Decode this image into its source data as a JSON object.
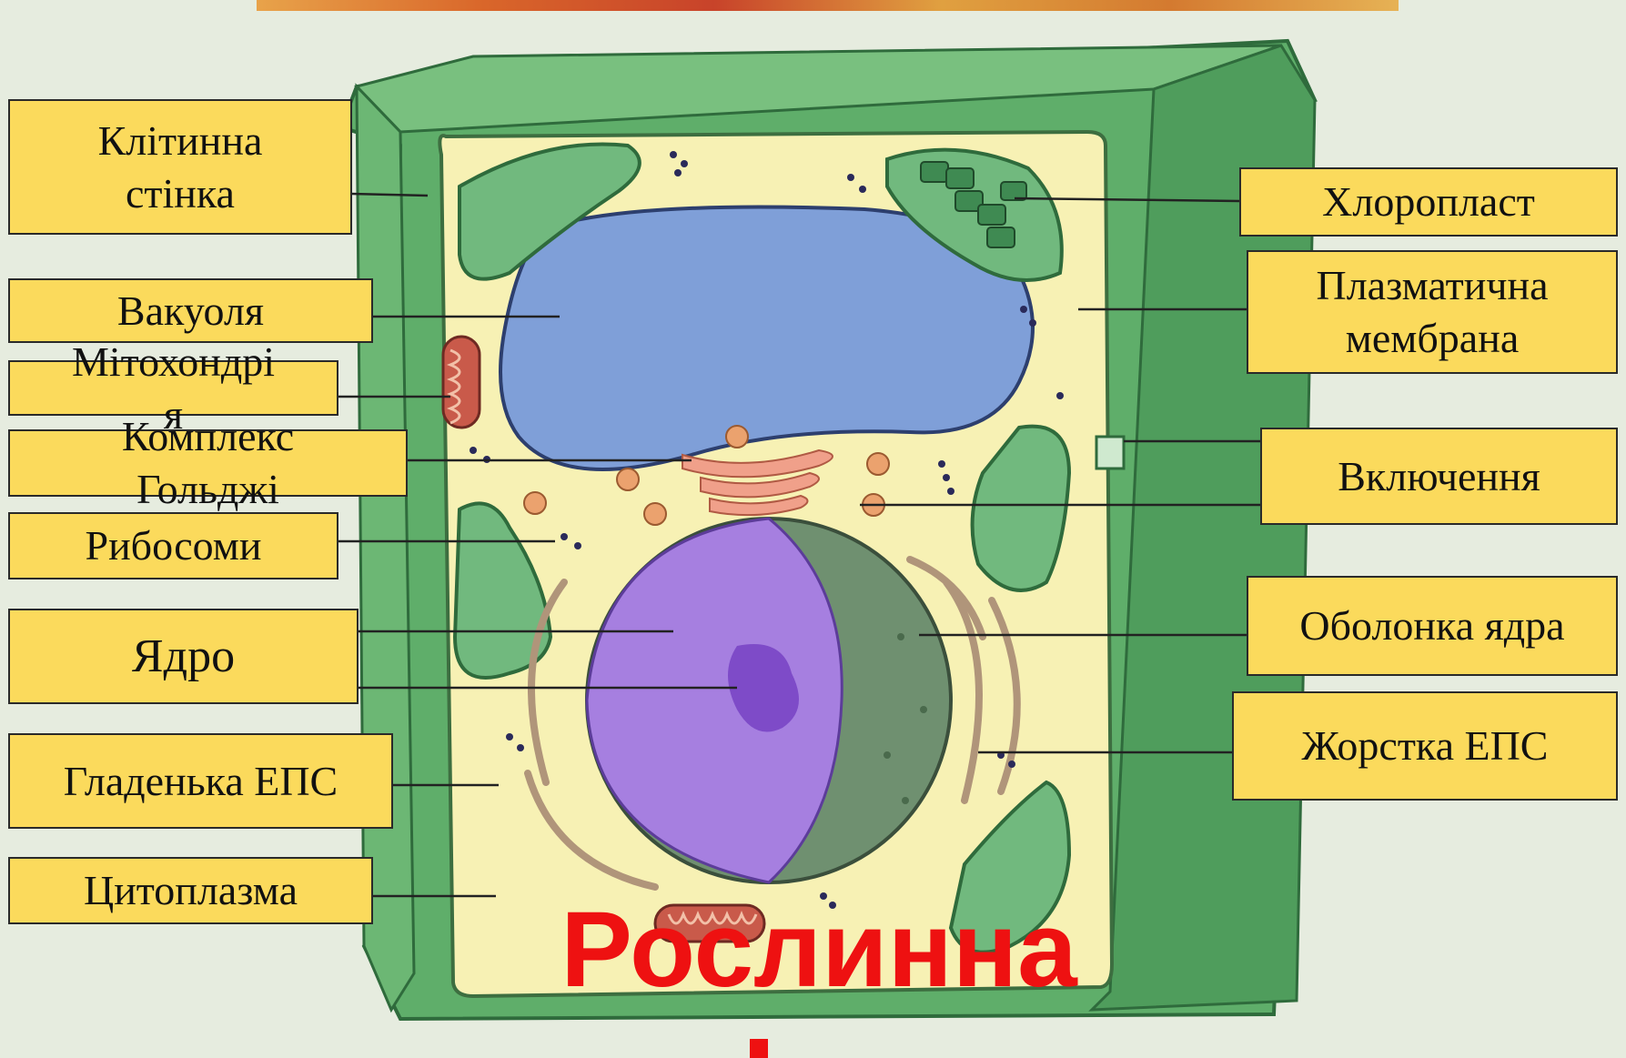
{
  "labels": {
    "cell_wall": "Клітинна\nстінка",
    "vacuole": "Вакуоля",
    "mitochondria": "Мітохондрі\nя",
    "golgi": "Комплекс\nГольджі",
    "ribosomes": "Рибосоми",
    "nucleus": "Ядро",
    "smooth_er": "Гладенька ЕПС",
    "cytoplasm": "Цитоплазма",
    "chloroplast": "Хлоропласт",
    "plasma_membrane": "Плазматична\nмембрана",
    "inclusions": "Включення",
    "nuclear_envelope": "Оболонка ядра",
    "rough_er": "Жорстка ЕПС"
  },
  "title": "Рослинна",
  "colors": {
    "label_fill": "#fbda5c",
    "title": "#ee1111",
    "cell_wall": "#5fae6a",
    "cytoplasm": "#f7f1b4",
    "vacuole": "#7f9fd8",
    "nucleus": "#a67fe0",
    "chloroplast": "#71b97e"
  }
}
